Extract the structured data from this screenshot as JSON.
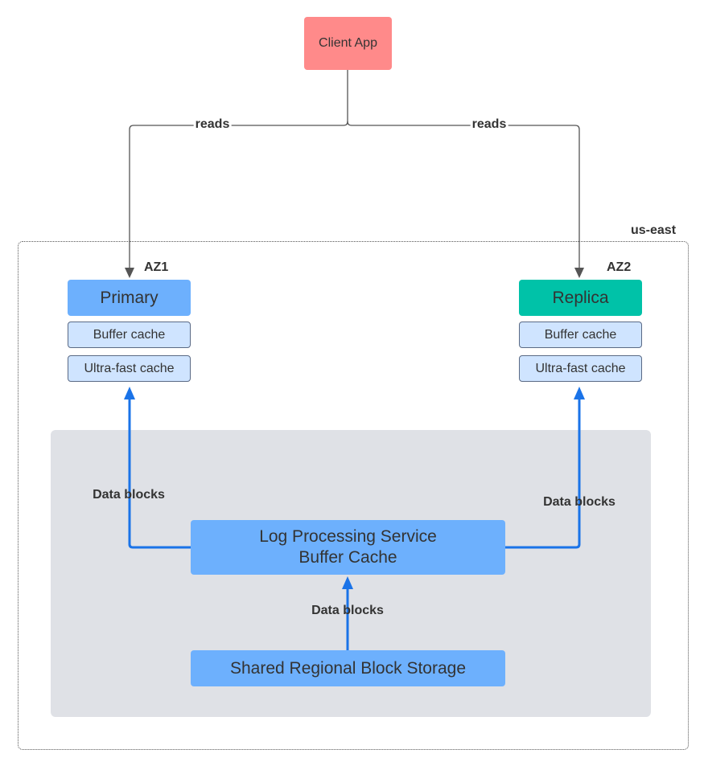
{
  "nodes": {
    "client": "Client App",
    "region": "us-east",
    "az1": "AZ1",
    "az2": "AZ2",
    "primary": {
      "title": "Primary",
      "caches": [
        "Buffer cache",
        "Ultra-fast cache"
      ]
    },
    "replica": {
      "title": "Replica",
      "caches": [
        "Buffer cache",
        "Ultra-fast cache"
      ]
    },
    "log_service": {
      "line1": "Log Processing Service",
      "line2": "Buffer Cache"
    },
    "storage": "Shared Regional Block Storage"
  },
  "edges": {
    "client_to_primary": "reads",
    "client_to_replica": "reads",
    "log_to_primary": "Data blocks",
    "log_to_replica": "Data blocks",
    "storage_to_log": "Data blocks"
  },
  "colors": {
    "client": "#ff8a8a",
    "primary": "#6db0fd",
    "replica": "#00c2a8",
    "cache": "#cfe4ff",
    "shared_area": "#dfe1e6",
    "read_arrow": "#555555",
    "data_arrow": "#1a73e8"
  }
}
